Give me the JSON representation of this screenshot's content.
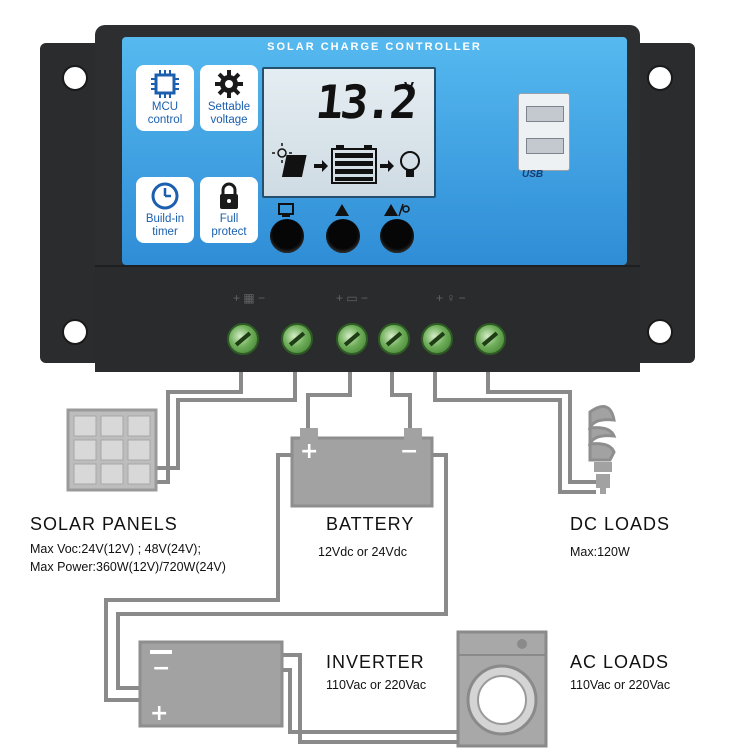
{
  "controller": {
    "title": "SOLAR CHARGE CONTROLLER",
    "display_voltage": "13.2",
    "display_unit": "V",
    "usb_logo": "USB",
    "features": [
      {
        "line1": "MCU",
        "line2": "control",
        "icon": "chip-icon"
      },
      {
        "line1": "Settable",
        "line2": "voltage",
        "icon": "gear-icon"
      },
      {
        "line1": "Build-in",
        "line2": "timer",
        "icon": "clock-icon"
      },
      {
        "line1": "Full",
        "line2": "protect",
        "icon": "lock-icon"
      }
    ],
    "buttons": [
      {
        "icon": "menu-icon"
      },
      {
        "icon": "up-arrow-icon"
      },
      {
        "icon": "load-toggle-icon"
      }
    ],
    "terminals": [
      "solar+",
      "solar-",
      "battery+",
      "battery-",
      "load+",
      "load-"
    ],
    "panel_color": "#3e9ee0",
    "terminal_color": "#6fae59"
  },
  "solar": {
    "title": "SOLAR  PANELS",
    "line1": "Max  Voc:24V(12V) ; 48V(24V);",
    "line2": "Max  Power:360W(12V)/720W(24V)"
  },
  "battery": {
    "title": "BATTERY",
    "line1": "12Vdc  or  24Vdc"
  },
  "dc_loads": {
    "title": "DC  LOADS",
    "line1": "Max:120W"
  },
  "inverter": {
    "title": "INVERTER",
    "line1": "110Vac  or  220Vac"
  },
  "ac_loads": {
    "title": "AC  LOADS",
    "line1": "110Vac  or  220Vac"
  },
  "wire_color": "#8a8a8a"
}
